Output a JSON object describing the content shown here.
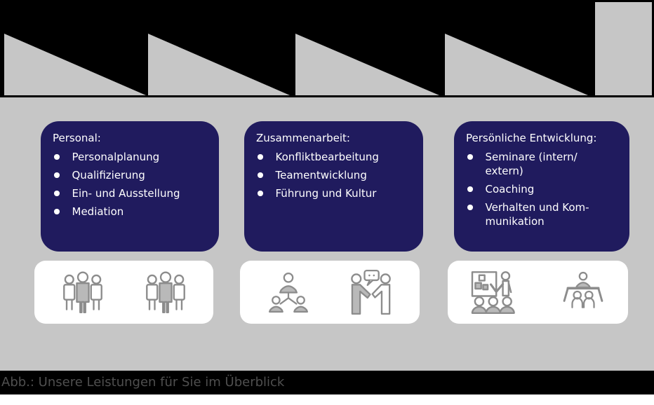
{
  "slide": {
    "caption": "Abb.: Unsere Leistungen für Sie im Überblick"
  },
  "cards": [
    {
      "title": "Personal:",
      "items": [
        "Personalplanung",
        "Qualifizierung",
        "Ein- und Ausstellung",
        "Mediation"
      ]
    },
    {
      "title": "Zusammenarbeit:",
      "items": [
        "Konfliktbearbeitung",
        "Teamentwicklung",
        "Führung und Kultur"
      ]
    },
    {
      "title": "Persönliche Entwicklung:",
      "items": [
        "Seminare (intern/\nextern)",
        "Coaching",
        "Verhalten und Kom-\nmunikation"
      ]
    }
  ],
  "icon_boxes": [
    {
      "icons": [
        "team-group-icon",
        "team-group-icon"
      ]
    },
    {
      "icons": [
        "org-hierarchy-icon",
        "conversation-icon"
      ]
    },
    {
      "icons": [
        "presentation-icon",
        "meeting-table-icon"
      ]
    }
  ],
  "colors": {
    "card_navy": "#201b5e",
    "banner_black": "#000000",
    "background_gray": "#c6c6c6",
    "box_white": "#ffffff",
    "icon_gray": "#8c8c8c",
    "icon_fill_gray": "#b9b9b9",
    "caption_text_gray": "#4f4f4f"
  }
}
